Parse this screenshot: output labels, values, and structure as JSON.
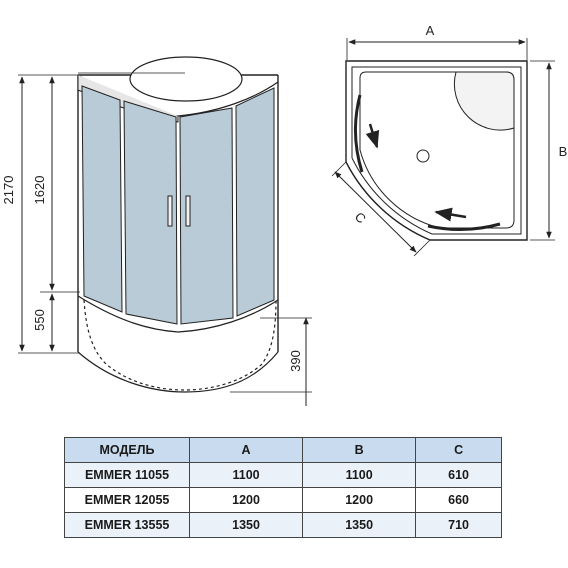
{
  "front_view": {
    "dims": {
      "total_height": "2170",
      "door_height": "1620",
      "tray_height": "550",
      "tray_depth": "390"
    }
  },
  "plan_view": {
    "dims": {
      "width": "A",
      "depth": "B",
      "door_width": "C"
    }
  },
  "table": {
    "headers": [
      "МОДЕЛЬ",
      "A",
      "B",
      "C"
    ],
    "rows": [
      [
        "EMMER 11055",
        "1100",
        "1100",
        "610"
      ],
      [
        "EMMER 12055",
        "1200",
        "1200",
        "660"
      ],
      [
        "EMMER 13555",
        "1350",
        "1350",
        "710"
      ]
    ]
  },
  "colors": {
    "glass": "#b9cbd6",
    "line": "#222222",
    "header_fill": "#c9dcef",
    "row_fill": "#eaf1f9"
  }
}
